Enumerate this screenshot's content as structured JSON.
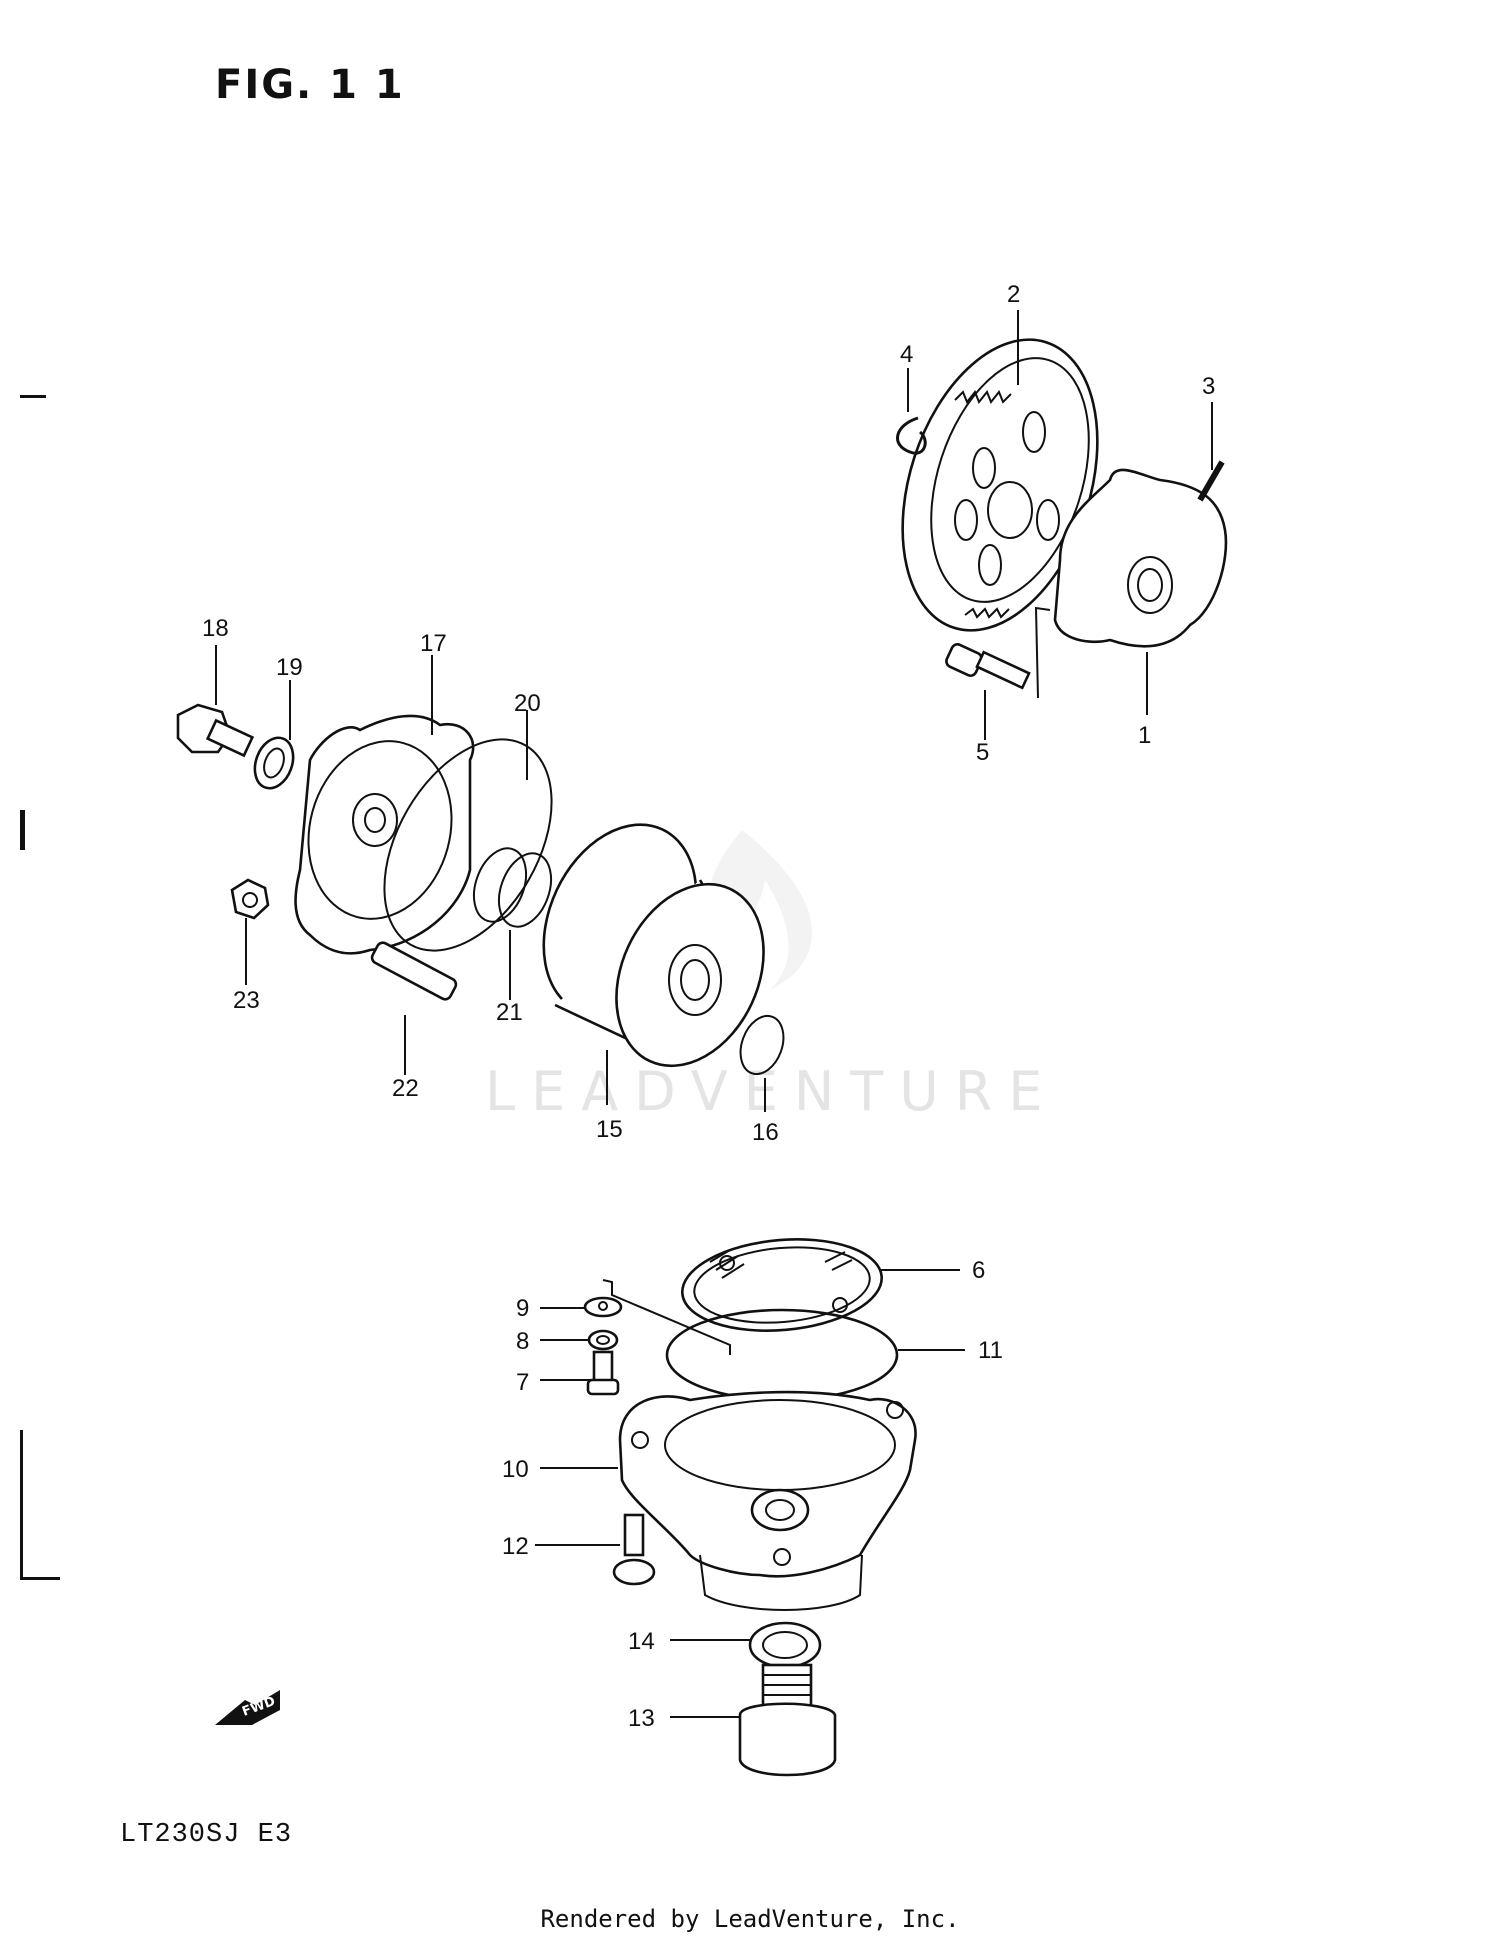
{
  "figure_title": "FIG. 1 1",
  "model_code": "LT230SJ E3",
  "footer": "Rendered by LeadVenture, Inc.",
  "watermark": "LEADVENTURE",
  "callouts": [
    "1",
    "2",
    "3",
    "4",
    "5",
    "6",
    "7",
    "8",
    "9",
    "10",
    "11",
    "12",
    "13",
    "14",
    "15",
    "16",
    "17",
    "18",
    "19",
    "20",
    "21",
    "22",
    "23"
  ],
  "icons": {
    "forward_arrow": "fwd-arrow-icon",
    "watermark_logo": "flame-logo-icon"
  }
}
